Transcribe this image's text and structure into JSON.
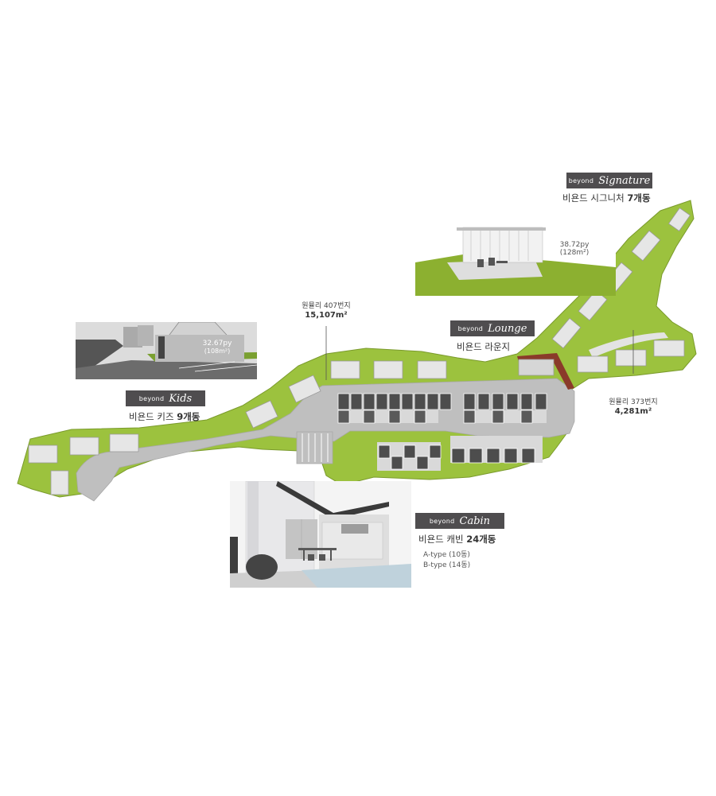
{
  "kids": {
    "badge_prefix": "beyond",
    "badge_name": "Kids",
    "title_prefix": "비욘드 키즈 ",
    "title_count": "9개동",
    "size_py": "32.67py",
    "size_m2": "(108m²)"
  },
  "signature": {
    "badge_prefix": "beyond",
    "badge_name": "Signature",
    "title_prefix": "비욘드 시그니처 ",
    "title_count": "7개동",
    "size_py": "38.72py",
    "size_m2": "(128m²)"
  },
  "lounge": {
    "badge_prefix": "beyond",
    "badge_name": "Lounge",
    "title": "비욘드 라운지"
  },
  "cabin": {
    "badge_prefix": "beyond",
    "badge_name": "Cabin",
    "title_prefix": "비욘드 캐빈 ",
    "title_count": "24개동",
    "type_a": "A-type (10동)",
    "type_b": "B-type (14동)"
  },
  "lot_west": {
    "address": "원뮬리 407번지",
    "area": "15,107m²"
  },
  "lot_east": {
    "address": "원뮬리 373번지",
    "area": "4,281m²"
  },
  "colors": {
    "grass": "#9cc23e",
    "road": "#bfbfbf",
    "badge_bg": "#4f4d4f",
    "lounge_roof": "#8a3a2a"
  }
}
